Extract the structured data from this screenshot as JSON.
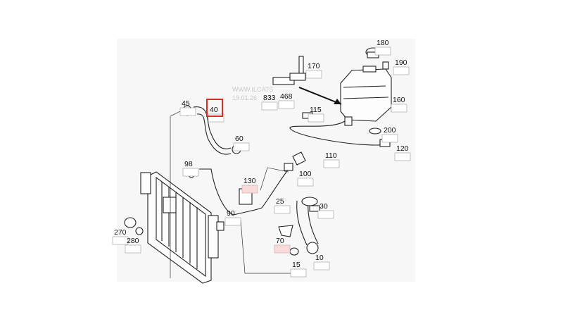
{
  "watermark": {
    "line1": "WWW.ILCATS",
    "line2": "19.01.26"
  },
  "highlight_color": "#d62d20",
  "callouts": [
    {
      "id": "c180",
      "label": "180"
    },
    {
      "id": "c190",
      "label": "190"
    },
    {
      "id": "c170",
      "label": "170"
    },
    {
      "id": "c468",
      "label": "468"
    },
    {
      "id": "c833",
      "label": "833"
    },
    {
      "id": "c160",
      "label": "160"
    },
    {
      "id": "c45",
      "label": "45"
    },
    {
      "id": "c40",
      "label": "40",
      "highlighted": true
    },
    {
      "id": "c115",
      "label": "115"
    },
    {
      "id": "c200",
      "label": "200"
    },
    {
      "id": "c60",
      "label": "60"
    },
    {
      "id": "c120",
      "label": "120"
    },
    {
      "id": "c110",
      "label": "110"
    },
    {
      "id": "c98",
      "label": "98"
    },
    {
      "id": "c100",
      "label": "100"
    },
    {
      "id": "c130",
      "label": "130"
    },
    {
      "id": "c25",
      "label": "25"
    },
    {
      "id": "c30",
      "label": "30"
    },
    {
      "id": "c90",
      "label": "90"
    },
    {
      "id": "c270",
      "label": "270"
    },
    {
      "id": "c280",
      "label": "280"
    },
    {
      "id": "c70",
      "label": "70"
    },
    {
      "id": "c10",
      "label": "10"
    },
    {
      "id": "c15",
      "label": "15"
    }
  ]
}
